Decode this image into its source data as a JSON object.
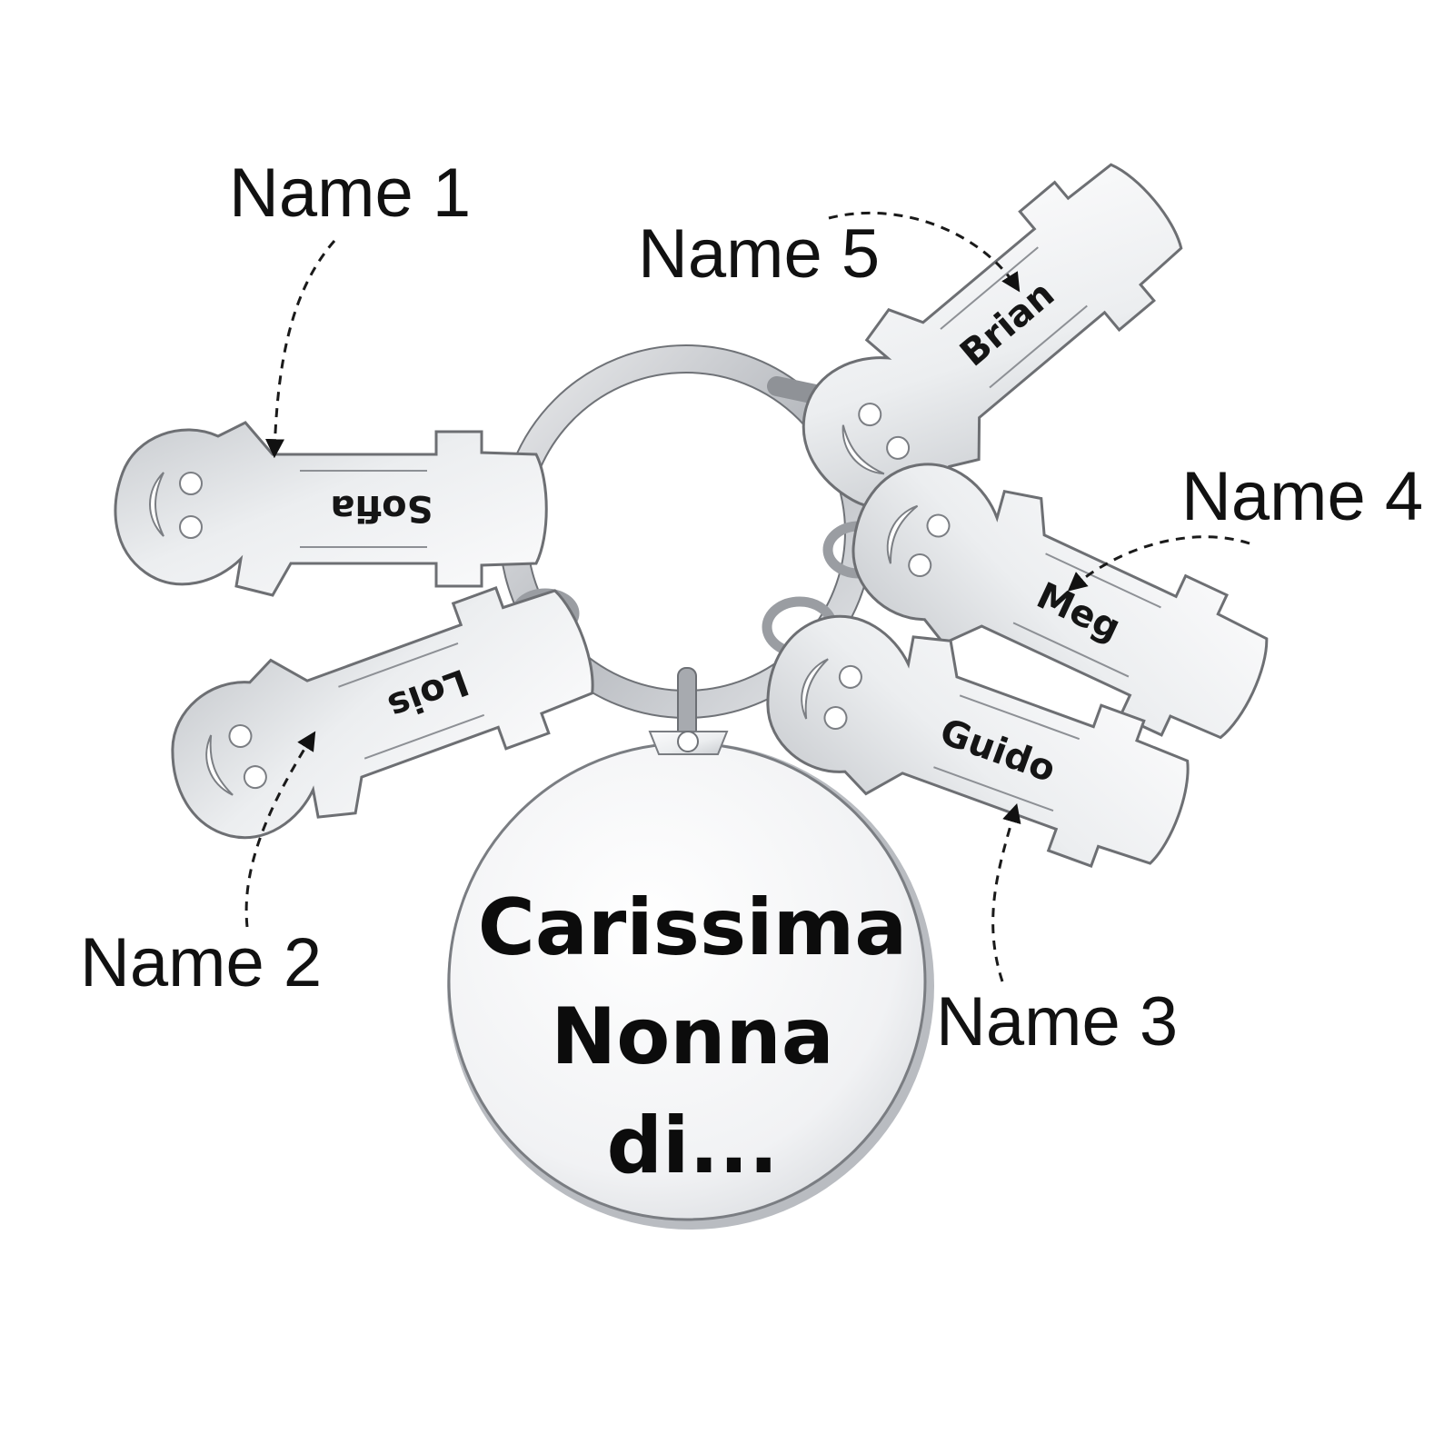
{
  "callouts": {
    "name1": "Name 1",
    "name2": "Name 2",
    "name3": "Name 3",
    "name4": "Name 4",
    "name5": "Name 5"
  },
  "charms": {
    "sofia": "Sofia",
    "lois": "Lois",
    "guido": "Guido",
    "meg": "Meg",
    "brian": "Brian"
  },
  "medallion": {
    "line1": "Carissima",
    "line2": "Nonna",
    "line3": "di..."
  }
}
